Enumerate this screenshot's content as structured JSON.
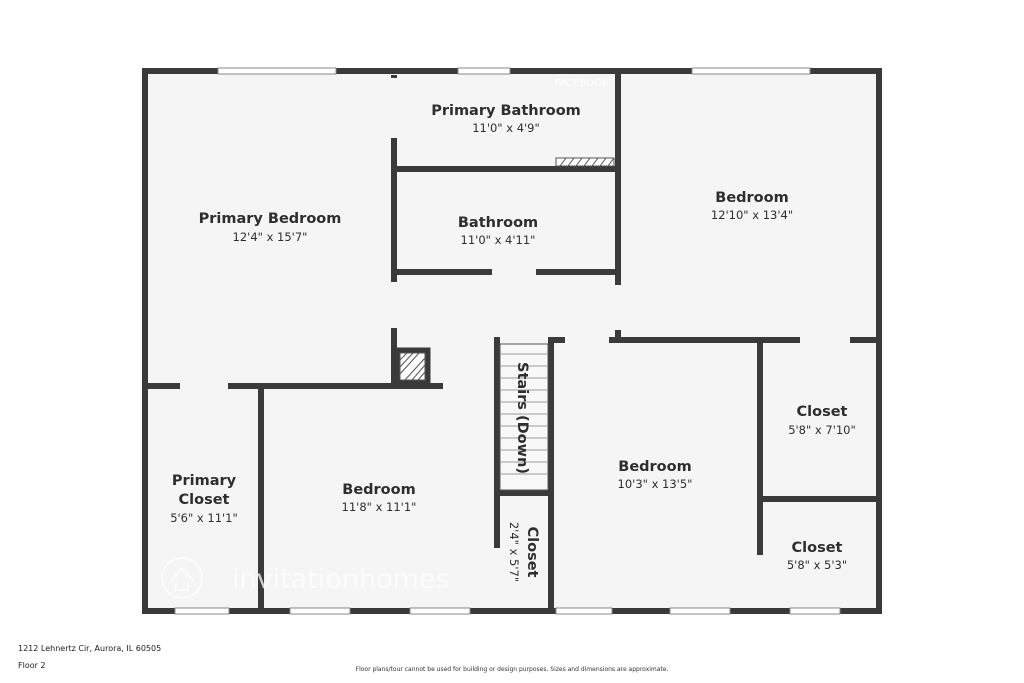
{
  "rooms": {
    "primary_bathroom": {
      "name": "Primary Bathroom",
      "dims": "11'0\" x 4'9\""
    },
    "bathroom": {
      "name": "Bathroom",
      "dims": "11'0\" x 4'11\""
    },
    "primary_bedroom": {
      "name": "Primary Bedroom",
      "dims": "12'4\" x 15'7\""
    },
    "bedroom_ne": {
      "name": "Bedroom",
      "dims": "12'10\" x 13'4\""
    },
    "primary_closet": {
      "name_line1": "Primary",
      "name_line2": "Closet",
      "dims": "5'6\" x 11'1\""
    },
    "bedroom_sw": {
      "name": "Bedroom",
      "dims": "11'8\" x 11'1\""
    },
    "stairs": {
      "name": "Stairs (Down)"
    },
    "hall_closet": {
      "name": "Closet",
      "dims": "2'4\" x 5'7\""
    },
    "bedroom_se": {
      "name": "Bedroom",
      "dims": "10'3\" x 13'5\""
    },
    "closet_upper": {
      "name": "Closet",
      "dims": "5'8\" x 7'10\""
    },
    "closet_lower": {
      "name": "Closet",
      "dims": "5'8\" x 5'3\""
    }
  },
  "watermark": {
    "brand": "invitationhomes",
    "top_line": "FACEBOOK"
  },
  "footer": {
    "address": "1212 Lehnertz Cir, Aurora, IL 60505",
    "floor": "Floor 2",
    "disclaimer": "Floor plans/tour cannot be used for building or design purposes. Sizes and dimensions are approximate."
  }
}
